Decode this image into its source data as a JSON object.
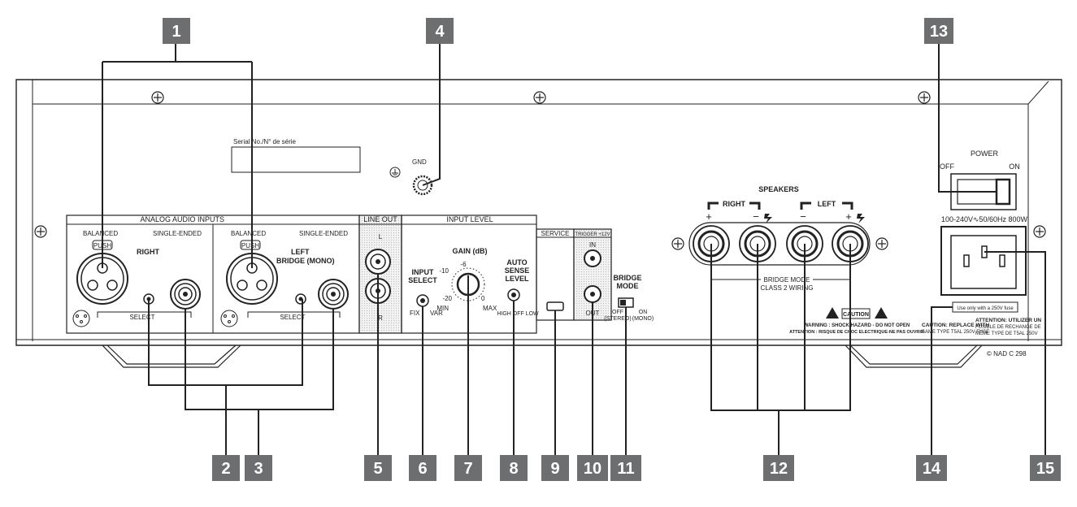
{
  "callouts": {
    "c1": "1",
    "c2": "2",
    "c3": "3",
    "c4": "4",
    "c5": "5",
    "c6": "6",
    "c7": "7",
    "c8": "8",
    "c9": "9",
    "c10": "10",
    "c11": "11",
    "c12": "12",
    "c13": "13",
    "c14": "14",
    "c15": "15"
  },
  "panel": {
    "serial": "Serial No./N° de série",
    "gnd": "GND",
    "analog_inputs": "ANALOG AUDIO INPUTS",
    "balanced": "BALANCED",
    "single_ended": "SINGLE-ENDED",
    "push": "PUSH",
    "right": "RIGHT",
    "left": "LEFT",
    "bridge_mono": "BRIDGE (MONO)",
    "select": "SELECT",
    "line_out": "LINE OUT",
    "line_l": "L",
    "line_r": "R",
    "input_level": "INPUT LEVEL",
    "input_select_1": "INPUT",
    "input_select_2": "SELECT",
    "fix": "FIX",
    "var": "VAR",
    "gain": "GAIN (dB)",
    "gain_m6": "-6",
    "gain_m10": "-10",
    "gain_m20": "-20",
    "gain_0": "0",
    "gain_min": "MIN",
    "gain_max": "MAX",
    "auto_1": "AUTO",
    "auto_2": "SENSE",
    "auto_3": "LEVEL",
    "high_off_low": "HIGH OFF LOW",
    "service": "SERVICE",
    "trigger": "TRIGGER +12V",
    "trig_in": "IN",
    "trig_out": "OUT",
    "bridge_mode_1": "BRIDGE",
    "bridge_mode_2": "MODE",
    "bridge_off": "OFF",
    "bridge_stereo": "(STEREO)",
    "bridge_on": "ON",
    "bridge_mono2": "(MONO)",
    "speakers": "SPEAKERS",
    "spk_right": "RIGHT",
    "spk_left": "LEFT",
    "spk_plus": "+",
    "spk_minus": "−",
    "bridge_wiring_1": "BRIDGE MODE",
    "bridge_wiring_2": "CLASS 2 WIRING",
    "caution": "CAUTION",
    "warning_1": "WARNING : SHOCK HAZARD - DO NOT OPEN",
    "warning_2": "ATTENTION : RISQUE DE CHOC ELECTRIQUE-NE PAS OUVRIR",
    "power": "POWER",
    "power_off": "OFF",
    "power_on": "ON",
    "mains": "100-240V∿50/60Hz 800W",
    "fuse_note": "Use only with a 250V fuse",
    "caution_fuse_1": "CAUTION: REPLACE WITH",
    "caution_fuse_2": "SAME TYPE T5AL 250V FUSE",
    "attention_1": "ATTENTION: UTILIZER UN",
    "attention_2": "FUSIBLE DE RECHANGE DE",
    "attention_3": "MÊME TYPE DE T5AL 250V",
    "copyright": "© NAD  C 298"
  },
  "colors": {
    "callout_bg": "#6d6e70",
    "panel_stroke": "#222222",
    "screened": "#e6e6e6"
  }
}
